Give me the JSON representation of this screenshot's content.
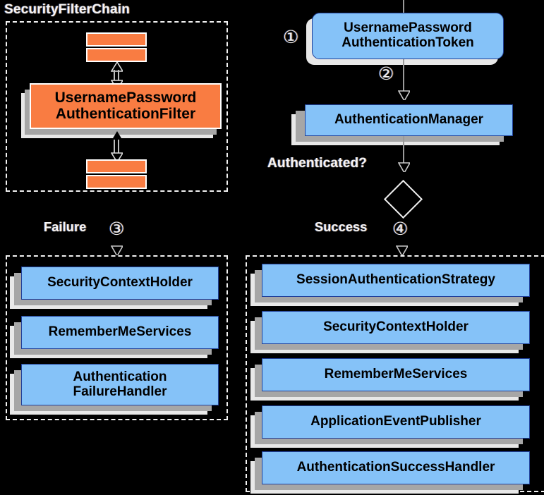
{
  "diagram": {
    "title": "Spring Security UsernamePasswordAuthenticationFilter flow",
    "background_color": "#000000",
    "colors": {
      "orange_fill": "#f97c42",
      "blue_fill": "#85c2f8",
      "blue_border": "#20409a",
      "shadow_dark": "#a6a6a6",
      "shadow_light": "#e8e8e8",
      "dashed_border": "#f2f2f2",
      "connector": "#9a9a9a"
    }
  },
  "filter_chain": {
    "title": "SecurityFilterChain",
    "bars": [
      "",
      "",
      "",
      ""
    ],
    "filter_box": {
      "line1": "UsernamePassword",
      "line2": "AuthenticationFilter"
    }
  },
  "flow": {
    "token": {
      "line1": "UsernamePassword",
      "line2": "AuthenticationToken"
    },
    "manager": "AuthenticationManager",
    "decision_label": "Authenticated?",
    "steps": {
      "one": "①",
      "two": "②",
      "three": "③",
      "four": "④"
    },
    "failure_label": "Failure",
    "success_label": "Success"
  },
  "failure_group": {
    "items": [
      {
        "line1": "SecurityContextHolder",
        "line2": ""
      },
      {
        "line1": "RememberMeServices",
        "line2": ""
      },
      {
        "line1": "Authentication",
        "line2": "FailureHandler"
      }
    ]
  },
  "success_group": {
    "items": [
      {
        "line1": "SessionAuthenticationStrategy"
      },
      {
        "line1": "SecurityContextHolder"
      },
      {
        "line1": "RememberMeServices"
      },
      {
        "line1": "ApplicationEventPublisher"
      },
      {
        "line1": "AuthenticationSuccessHandler"
      }
    ]
  }
}
